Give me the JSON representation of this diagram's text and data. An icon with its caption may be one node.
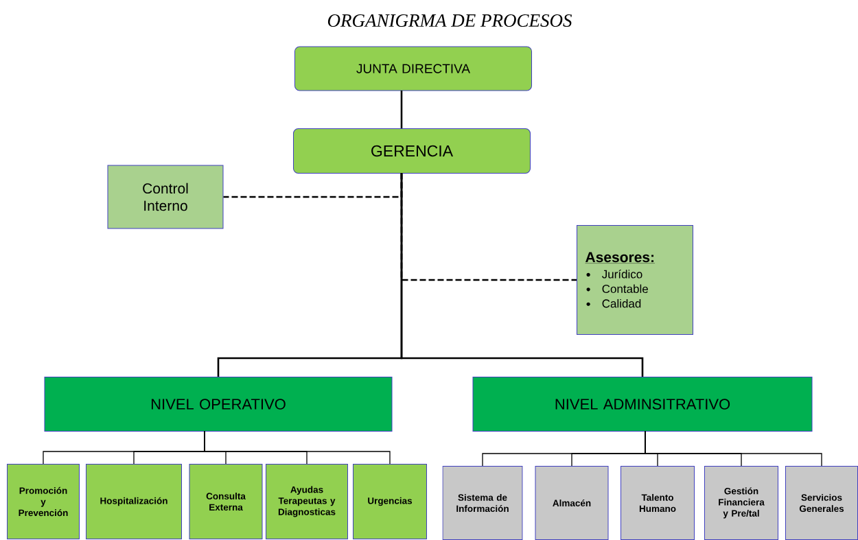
{
  "diagram": {
    "title": "ORGANIGRMA DE PROCESOS",
    "nodes": [
      {
        "text": [
          "JUNTA DIRECTIVA"
        ]
      },
      {
        "text": [
          "GERENCIA"
        ]
      },
      {
        "text": [
          "Control Interno"
        ]
      },
      {
        "text": [
          "Asesores:",
          "Jurídico",
          "Contable",
          "Calidad"
        ]
      },
      {
        "text": [
          "NIVEL OPERATIVO"
        ]
      },
      {
        "text": [
          "NIVEL ADMINSITRATIVO"
        ]
      },
      {
        "text": [
          "Promoción y Prevención"
        ]
      },
      {
        "text": [
          "Hospitalización"
        ]
      },
      {
        "text": [
          "Consulta Externa"
        ]
      },
      {
        "text": [
          "Ayudas Terapeutas y Diagnosticas"
        ]
      },
      {
        "text": [
          "Urgencias"
        ]
      },
      {
        "text": [
          "Sistema de Información"
        ]
      },
      {
        "text": [
          "Almacén"
        ]
      },
      {
        "text": [
          "Talento Humano"
        ]
      },
      {
        "text": [
          "Gestión Financiera y Pre/tal"
        ]
      },
      {
        "text": [
          "Servicios Generales"
        ]
      }
    ],
    "edges": [
      {
        "from": 0,
        "to": 1,
        "arrow": "none"
      },
      {
        "from": 1,
        "to": 2,
        "arrow": "none",
        "style": "dashed"
      },
      {
        "from": 1,
        "to": 3,
        "arrow": "none",
        "style": "dashed"
      },
      {
        "from": 1,
        "to": 4,
        "arrow": "none"
      },
      {
        "from": 1,
        "to": 5,
        "arrow": "none"
      },
      {
        "from": 4,
        "to": 6,
        "arrow": "none"
      },
      {
        "from": 4,
        "to": 7,
        "arrow": "none"
      },
      {
        "from": 4,
        "to": 8,
        "arrow": "none"
      },
      {
        "from": 4,
        "to": 9,
        "arrow": "none"
      },
      {
        "from": 4,
        "to": 10,
        "arrow": "none"
      },
      {
        "from": 5,
        "to": 11,
        "arrow": "none"
      },
      {
        "from": 5,
        "to": 12,
        "arrow": "none"
      },
      {
        "from": 5,
        "to": 13,
        "arrow": "none"
      },
      {
        "from": 5,
        "to": 14,
        "arrow": "none"
      },
      {
        "from": 5,
        "to": 15,
        "arrow": "none"
      }
    ]
  }
}
